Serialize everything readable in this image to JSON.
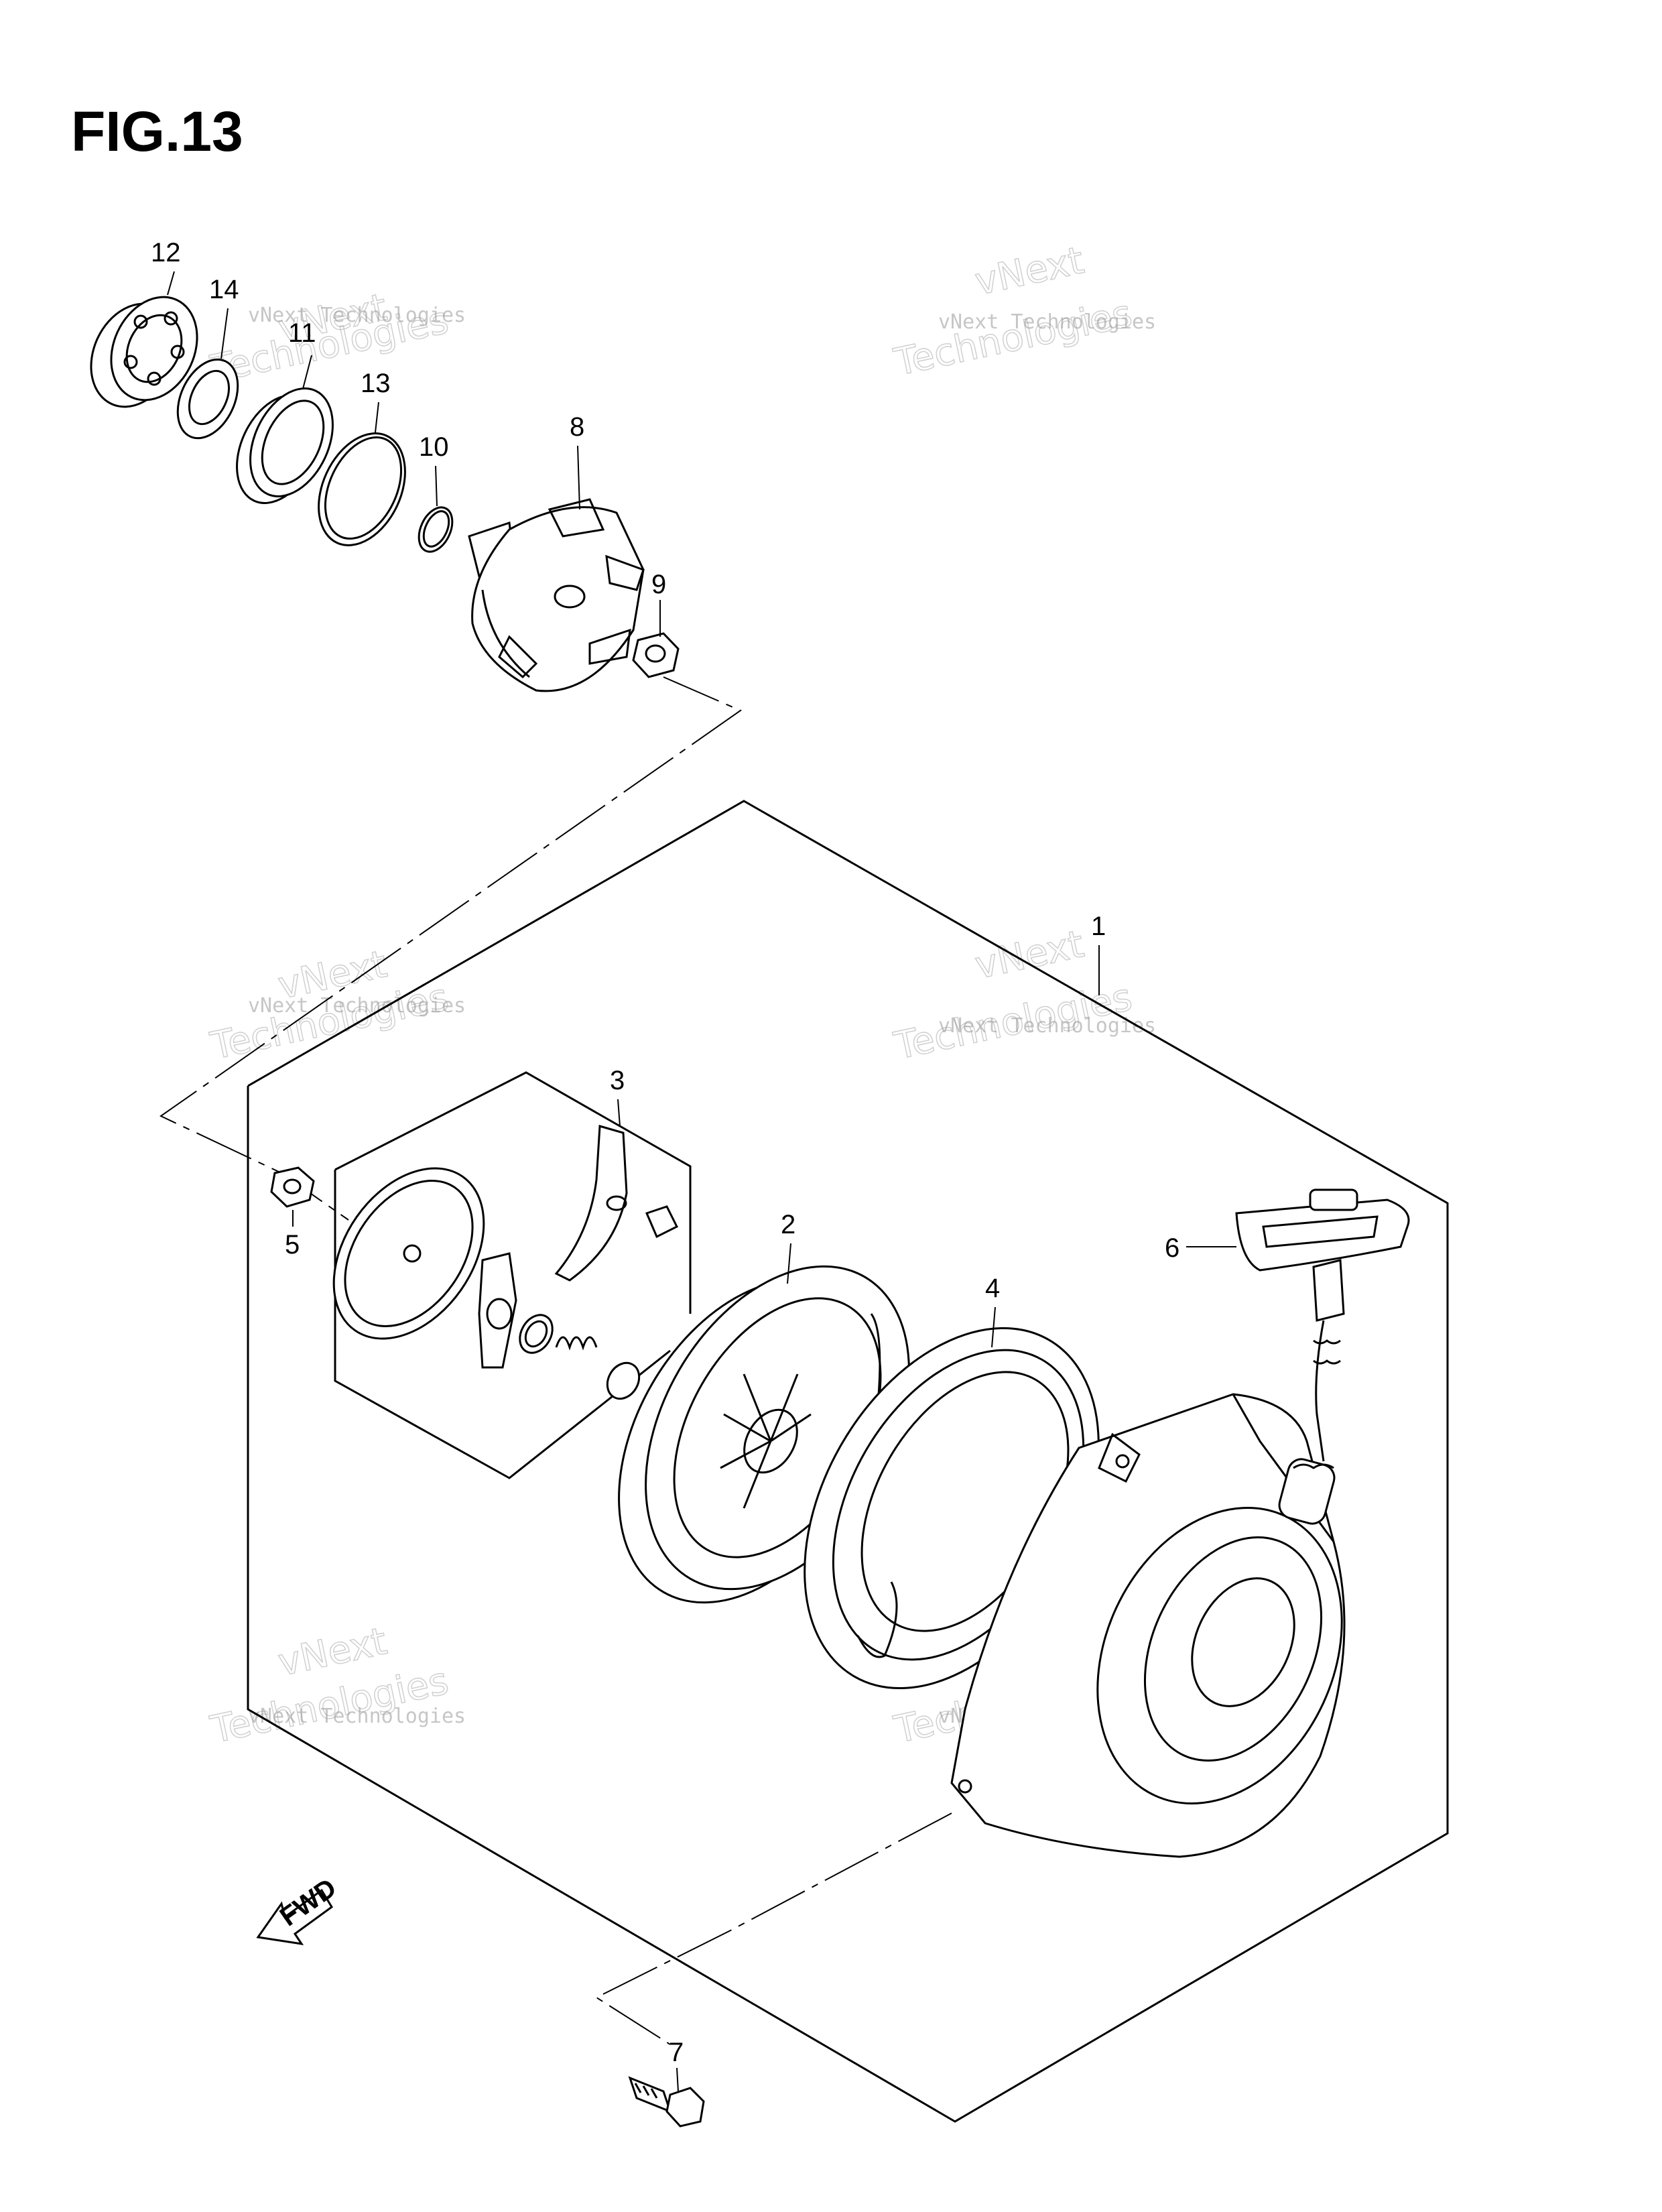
{
  "figure": {
    "title": "FIG.13"
  },
  "parts": [
    {
      "no": "1"
    },
    {
      "no": "2"
    },
    {
      "no": "3"
    },
    {
      "no": "4"
    },
    {
      "no": "5"
    },
    {
      "no": "6"
    },
    {
      "no": "7"
    },
    {
      "no": "8"
    },
    {
      "no": "9"
    },
    {
      "no": "10"
    },
    {
      "no": "11"
    },
    {
      "no": "12"
    },
    {
      "no": "13"
    },
    {
      "no": "14"
    }
  ],
  "watermark": {
    "company": "vNext Technologies",
    "word1": "vNext",
    "word2": "Technologies"
  },
  "direction_arrow": {
    "label": "FWD"
  }
}
